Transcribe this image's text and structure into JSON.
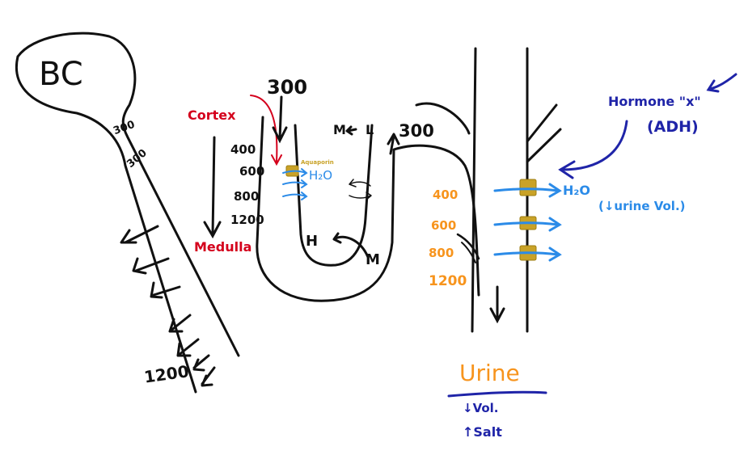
{
  "colors": {
    "ink": "#111111",
    "red": "#d4001c",
    "blue_dark": "#1f24a8",
    "blue_light": "#2b8be8",
    "orange": "#f7941d",
    "gold": "#c9a227"
  },
  "bowman": {
    "label": "BC"
  },
  "pct": {
    "upper": "300",
    "lower": "300"
  },
  "collecting_tube_end": {
    "label": "1200"
  },
  "gradient": {
    "cortex": "Cortex",
    "medulla": "Medulla",
    "values": [
      "400",
      "600",
      "800",
      "1200"
    ]
  },
  "loop": {
    "desc_top": "300",
    "asc_top": "300",
    "aquaporin": "Aquaporin",
    "water": "H₂O",
    "bottom_h": "H",
    "bottom_m": "M",
    "top_m": "M",
    "top_l": "L"
  },
  "collecting_duct": {
    "values": [
      "400",
      "600",
      "800",
      "1200"
    ],
    "water": "H₂O",
    "urine_vol": "(↓urine Vol.)"
  },
  "hormone": {
    "line1": "Hormone \"x\"",
    "line2": "(ADH)"
  },
  "urine": {
    "title": "Urine",
    "vol": "↓Vol.",
    "salt": "↑Salt"
  }
}
